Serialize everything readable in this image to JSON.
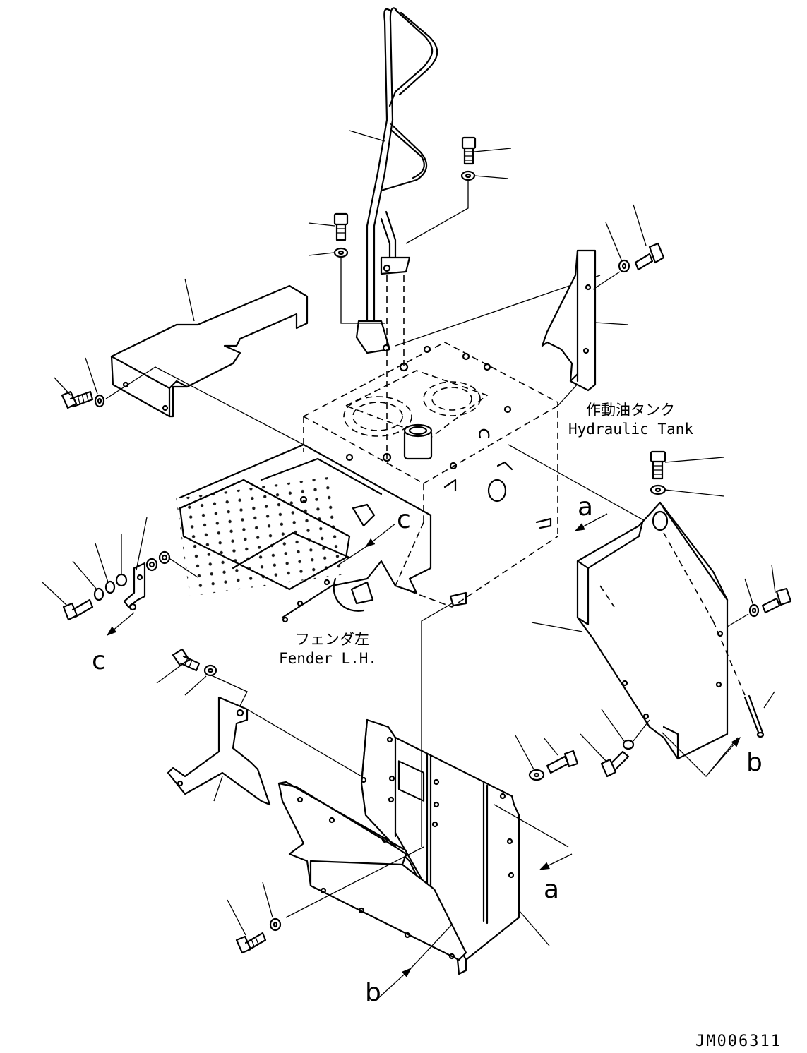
{
  "labels": {
    "tank_jp": "作動油タンク",
    "tank_en": "Hydraulic Tank",
    "fender_jp": "フェンダ左",
    "fender_en": "Fender L.H."
  },
  "view_letters": {
    "a": "a",
    "b": "b",
    "c": "c"
  },
  "drawing_code": "JM006311"
}
